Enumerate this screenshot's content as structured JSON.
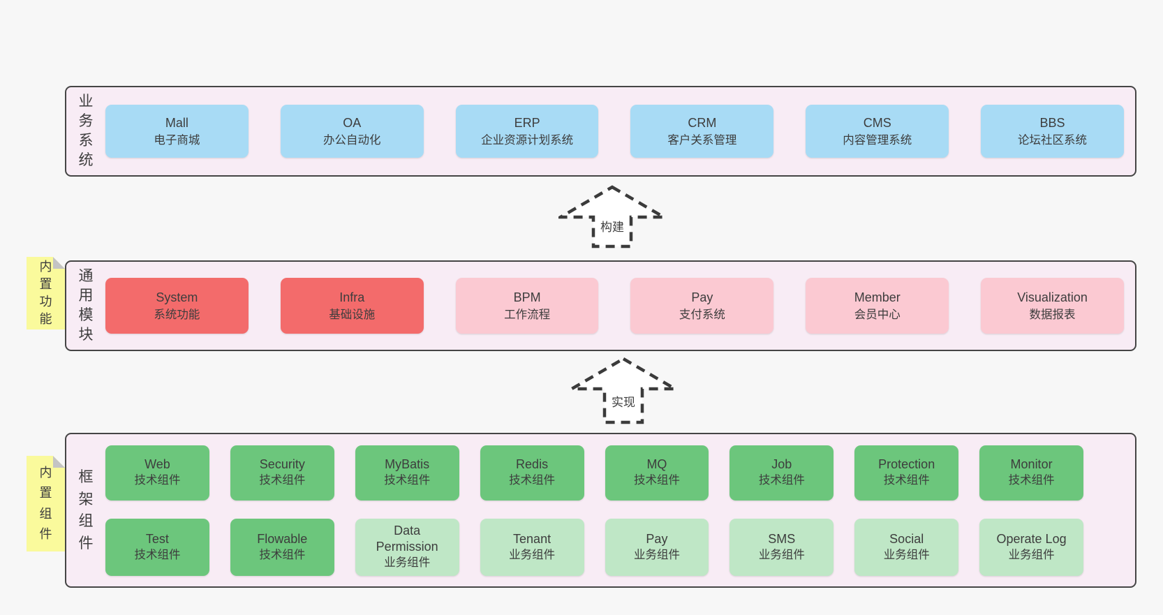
{
  "colors": {
    "page_bg": "#f7f7f7",
    "band_bg": "#f8ecf5",
    "band_border": "#454545",
    "blue": "#a8dbf5",
    "red": "#f36b6b",
    "pink": "#fbc9d2",
    "green": "#6cc67c",
    "light_green": "#bfe7c6",
    "note_yellow": "#fafa9c",
    "note_fold": "#c4c4c4",
    "text": "#3d3d3d"
  },
  "bands": {
    "business": {
      "label": "业务系统",
      "boxes": [
        {
          "name": "Mall",
          "desc": "电子商城",
          "type": "blue"
        },
        {
          "name": "OA",
          "desc": "办公自动化",
          "type": "blue"
        },
        {
          "name": "ERP",
          "desc": "企业资源计划系统",
          "type": "blue"
        },
        {
          "name": "CRM",
          "desc": "客户关系管理",
          "type": "blue"
        },
        {
          "name": "CMS",
          "desc": "内容管理系统",
          "type": "blue"
        },
        {
          "name": "BBS",
          "desc": "论坛社区系统",
          "type": "blue"
        }
      ]
    },
    "modules": {
      "label": "通用模块",
      "note": "内置功能",
      "boxes": [
        {
          "name": "System",
          "desc": "系统功能",
          "type": "red"
        },
        {
          "name": "Infra",
          "desc": "基础设施",
          "type": "red"
        },
        {
          "name": "BPM",
          "desc": "工作流程",
          "type": "pink"
        },
        {
          "name": "Pay",
          "desc": "支付系统",
          "type": "pink"
        },
        {
          "name": "Member",
          "desc": "会员中心",
          "type": "pink"
        },
        {
          "name": "Visualization",
          "desc": "数据报表",
          "type": "pink"
        }
      ]
    },
    "components": {
      "label": "框架组件",
      "note": "内置组件",
      "rows": [
        [
          {
            "name": "Web",
            "desc": "技术组件",
            "type": "green"
          },
          {
            "name": "Security",
            "desc": "技术组件",
            "type": "green"
          },
          {
            "name": "MyBatis",
            "desc": "技术组件",
            "type": "green"
          },
          {
            "name": "Redis",
            "desc": "技术组件",
            "type": "green"
          },
          {
            "name": "MQ",
            "desc": "技术组件",
            "type": "green"
          },
          {
            "name": "Job",
            "desc": "技术组件",
            "type": "green"
          },
          {
            "name": "Protection",
            "desc": "技术组件",
            "type": "green"
          },
          {
            "name": "Monitor",
            "desc": "技术组件",
            "type": "green"
          }
        ],
        [
          {
            "name": "Test",
            "desc": "技术组件",
            "type": "green"
          },
          {
            "name": "Flowable",
            "desc": "技术组件",
            "type": "green"
          },
          {
            "name": "Data Permission",
            "desc": "业务组件",
            "type": "green-light"
          },
          {
            "name": "Tenant",
            "desc": "业务组件",
            "type": "green-light"
          },
          {
            "name": "Pay",
            "desc": "业务组件",
            "type": "green-light"
          },
          {
            "name": "SMS",
            "desc": "业务组件",
            "type": "green-light"
          },
          {
            "name": "Social",
            "desc": "业务组件",
            "type": "green-light"
          },
          {
            "name": "Operate Log",
            "desc": "业务组件",
            "type": "green-light"
          }
        ]
      ]
    }
  },
  "arrows": {
    "build": {
      "label": "构建"
    },
    "implement": {
      "label": "实现"
    }
  }
}
